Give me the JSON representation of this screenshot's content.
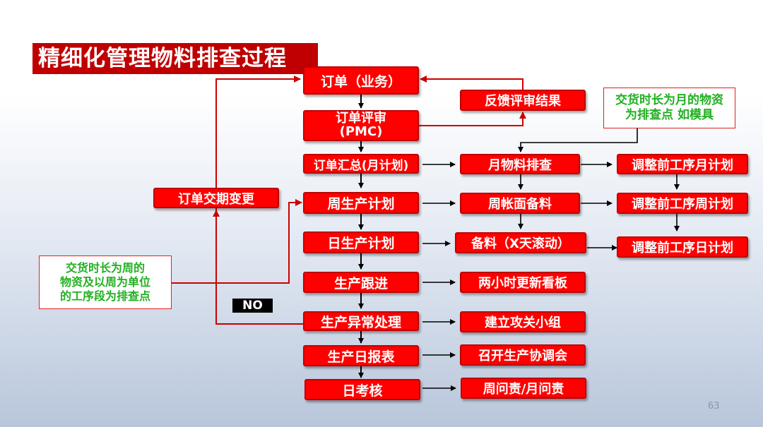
{
  "title": "精细化管理物料排查过程",
  "main_flow": [
    "订单（业务）",
    "订单评审\n(PMC)",
    "订单汇总(月计划)",
    "周生产计划",
    "日生产计划",
    "生产跟进",
    "生产异常处理",
    "生产日报表",
    "日考核"
  ],
  "middle_column": [
    "月物料排查",
    "周帐面备料",
    "备料（X天滚动）",
    "两小时更新看板",
    "建立攻关小组",
    "召开生产协调会",
    "周问责/月问责"
  ],
  "right_column": [
    "调整前工序月计划",
    "调整前工序周计划",
    "调整前工序日计划"
  ],
  "feedback": "反馈评审结果",
  "delivery_change": "订单交期变更",
  "notes": {
    "month": "交货时长为月的物资\n为排查点 如模具",
    "week": "交货时长为周的\n物资及以周为单位\n的工序段为排查点"
  },
  "no_label": "NO",
  "page_number": "63",
  "colors": {
    "box_red": "#ff0000",
    "title_red": "#c00000",
    "note_green": "#22b022",
    "line_red": "#cc0000"
  }
}
